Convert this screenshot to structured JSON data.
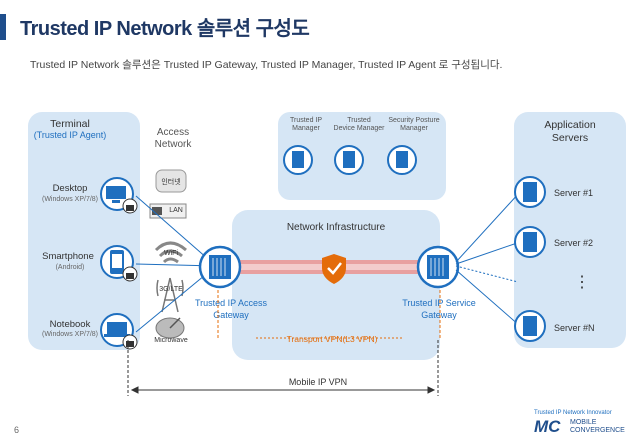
{
  "title": "Trusted IP Network 솔루션 구성도",
  "subtitle": "Trusted IP Network 솔루션은 Trusted IP Gateway, Trusted IP Manager, Trusted IP Agent 로 구성됩니다.",
  "terminal": {
    "title": "Terminal",
    "subtitle": "(Trusted IP Agent)",
    "devices": [
      {
        "name": "Desktop",
        "os": "(Windows XP/7/8)"
      },
      {
        "name": "Smartphone",
        "os": "(Android)"
      },
      {
        "name": "Notebook",
        "os": "(Windows XP/7/8)"
      }
    ]
  },
  "access_network": {
    "title_line1": "Access",
    "title_line2": "Network",
    "items": [
      "인터넷",
      "LAN",
      "WiFi",
      "3G/LTE",
      "Microwave"
    ]
  },
  "managers": [
    {
      "line1": "Trusted IP",
      "line2": "Manager"
    },
    {
      "line1": "Trusted",
      "line2": "Device Manager"
    },
    {
      "line1": "Security Posture",
      "line2": "Manager"
    }
  ],
  "network_infra": "Network Infrastructure",
  "gateways": {
    "access_line1": "Trusted IP Access",
    "access_line2": "Gateway",
    "service_line1": "Trusted IP Service",
    "service_line2": "Gateway"
  },
  "transport_vpn": "Transport VPN(L3 VPN)",
  "mobile_vpn": "Mobile IP VPN",
  "app_servers": {
    "title_line1": "Application",
    "title_line2": "Servers",
    "servers": [
      "Server #1",
      "Server #2",
      "Server #N"
    ],
    "ellipsis": "⋮"
  },
  "page_number": "6",
  "logo": {
    "tagline": "Trusted IP Network Innovator",
    "mark": "MC",
    "name_line1": "MOBILE",
    "name_line2": "CONVERGENCE"
  },
  "colors": {
    "title": "#1f3864",
    "accent_blue": "#1f6fbf",
    "panel": "#d6e6f5",
    "vpn_orange": "#e46c0a",
    "tunnel_red": "#e8a0a0"
  }
}
